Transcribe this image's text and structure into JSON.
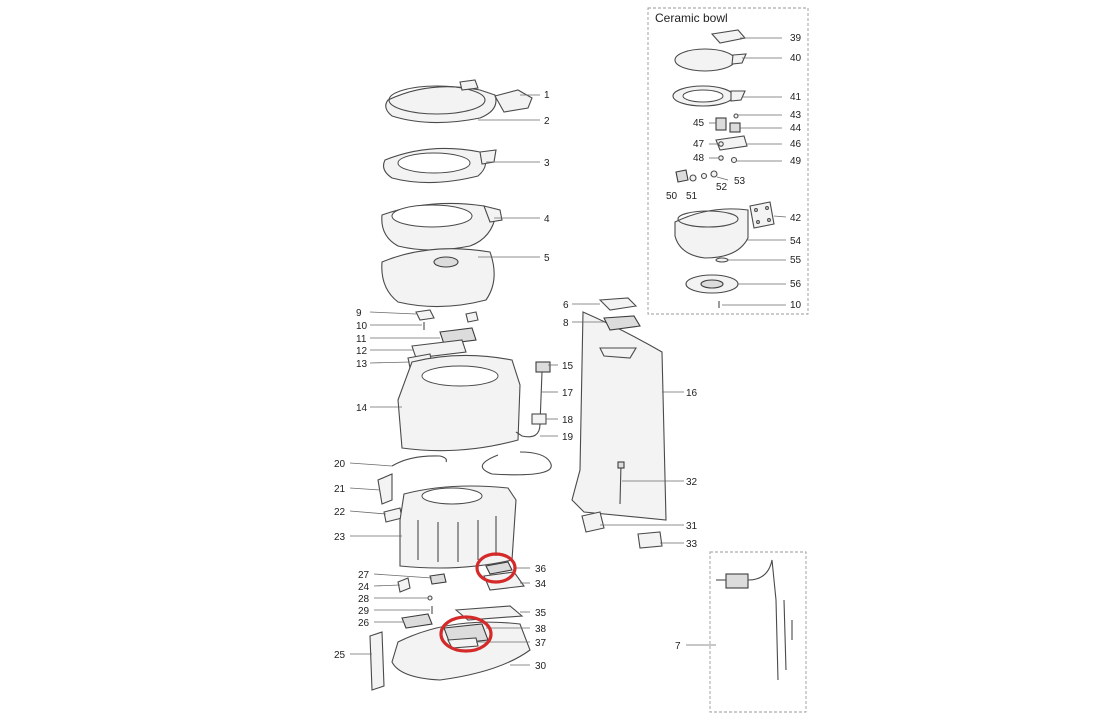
{
  "inset": {
    "title": "Ceramic bowl"
  },
  "highlight_color": "#d42a2a",
  "callouts": {
    "c1": "1",
    "c2": "2",
    "c3": "3",
    "c4": "4",
    "c5": "5",
    "c6": "6",
    "c7": "7",
    "c8": "8",
    "c9": "9",
    "c10": "10",
    "c10b": "10",
    "c11": "11",
    "c12": "12",
    "c13": "13",
    "c14": "14",
    "c15": "15",
    "c16": "16",
    "c17": "17",
    "c18": "18",
    "c19": "19",
    "c20": "20",
    "c21": "21",
    "c22": "22",
    "c23": "23",
    "c24": "24",
    "c25": "25",
    "c26": "26",
    "c27": "27",
    "c28": "28",
    "c29": "29",
    "c30": "30",
    "c31": "31",
    "c32": "32",
    "c33": "33",
    "c34": "34",
    "c35": "35",
    "c36": "36",
    "c37": "37",
    "c38": "38",
    "c39": "39",
    "c40": "40",
    "c41": "41",
    "c42": "42",
    "c43": "43",
    "c44": "44",
    "c45": "45",
    "c46": "46",
    "c47": "47",
    "c48": "48",
    "c49": "49",
    "c50": "50",
    "c51": "51",
    "c52": "52",
    "c53": "53",
    "c54": "54",
    "c55": "55",
    "c56": "56"
  }
}
